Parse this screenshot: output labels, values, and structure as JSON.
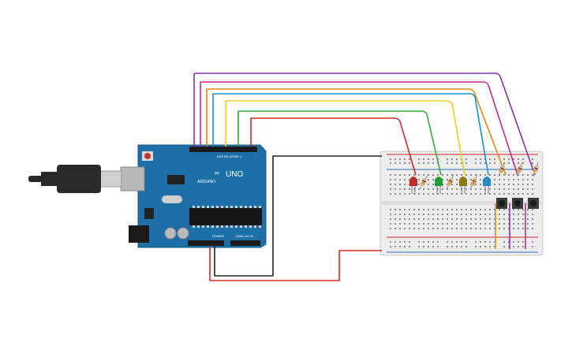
{
  "board": {
    "brand": "ARDUINO",
    "model": "UNO",
    "digital_header": "DIGITAL (PWM~)",
    "power_header": "POWER",
    "analog_header": "ANALOG IN",
    "colors": {
      "pcb": "#1d6fa8",
      "header": "#1b1b1b",
      "chip": "#161616"
    }
  },
  "usb_cable": {
    "icon": "usb-plug-icon",
    "color": "#2a2a2a"
  },
  "breadboard": {
    "colors": {
      "body": "#ececec",
      "hole": "#7a7a7a",
      "rail_red": "#d9262c",
      "rail_blue": "#2c6db5"
    }
  },
  "leds": [
    {
      "color_name": "red",
      "color": "#c22a2a"
    },
    {
      "color_name": "green",
      "color": "#1f9e3a"
    },
    {
      "color_name": "yellow",
      "color": "#8a7a10"
    },
    {
      "color_name": "blue",
      "color": "#2a86c2"
    }
  ],
  "wires": [
    {
      "color_name": "purple",
      "color": "#8a2fa6"
    },
    {
      "color_name": "magenta",
      "color": "#c42b93"
    },
    {
      "color_name": "orange",
      "color": "#e08a14"
    },
    {
      "color_name": "cyan",
      "color": "#1e8fd6"
    },
    {
      "color_name": "yellow",
      "color": "#e6d21c"
    },
    {
      "color_name": "green",
      "color": "#3aa83a"
    },
    {
      "color_name": "red",
      "color": "#cf2b2b"
    },
    {
      "color_name": "black",
      "color": "#222222"
    }
  ],
  "pushbuttons": [
    {
      "name": "button-1"
    },
    {
      "name": "button-2"
    },
    {
      "name": "button-3"
    }
  ]
}
